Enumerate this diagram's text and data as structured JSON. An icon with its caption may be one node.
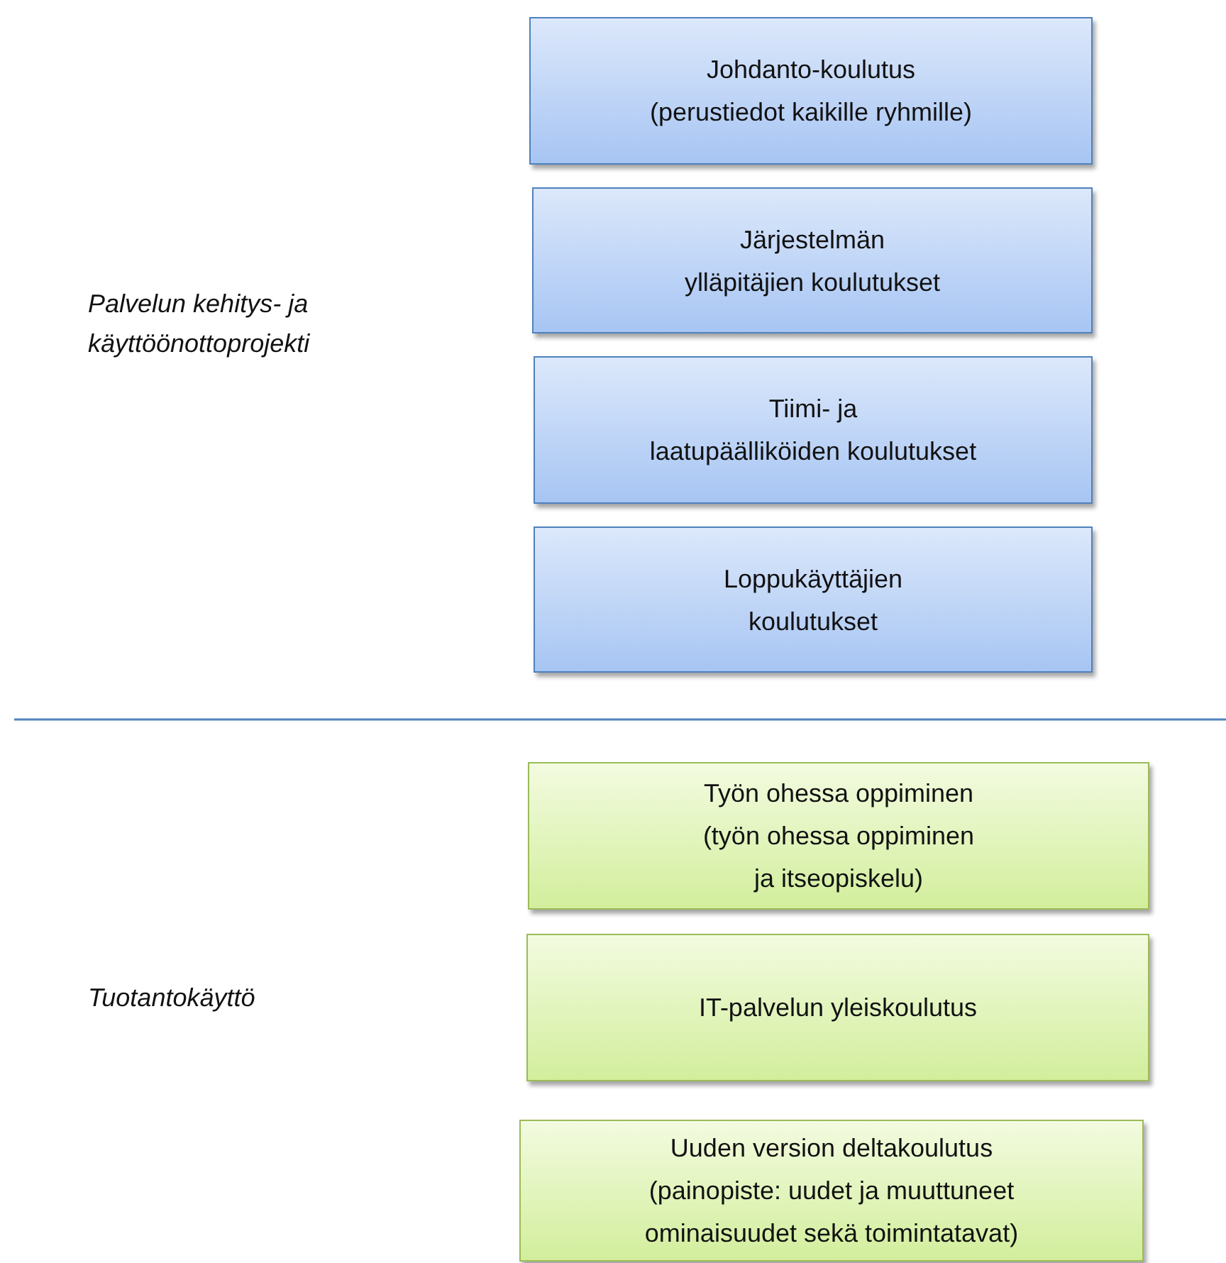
{
  "diagram": {
    "nodes": [
      {
        "text": [
          "Johdanto-koulutus (perustiedot kaikille ryhmille)"
        ]
      },
      {
        "text": [
          "Järjestelmän ylläpitäjien koulutukset"
        ]
      },
      {
        "text": [
          "Tiimi- ja laatupäälliköiden koulutukset"
        ]
      },
      {
        "text": [
          "Loppukäyttäjien koulutukset"
        ]
      },
      {
        "text": [
          "Työn ohessa oppiminen (työn ohessa oppiminen ja itseopiskelu)"
        ]
      },
      {
        "text": [
          "IT-palvelun yleiskoulutus"
        ]
      },
      {
        "text": [
          "Uuden version deltakoulutus (painopiste: uudet ja muuttuneet ominaisuudet sekä toimintatavat)"
        ]
      }
    ],
    "labels": [
      "Palvelun kehitys- ja käyttöönottoprojekti",
      "Tuotantokäyttö"
    ]
  }
}
